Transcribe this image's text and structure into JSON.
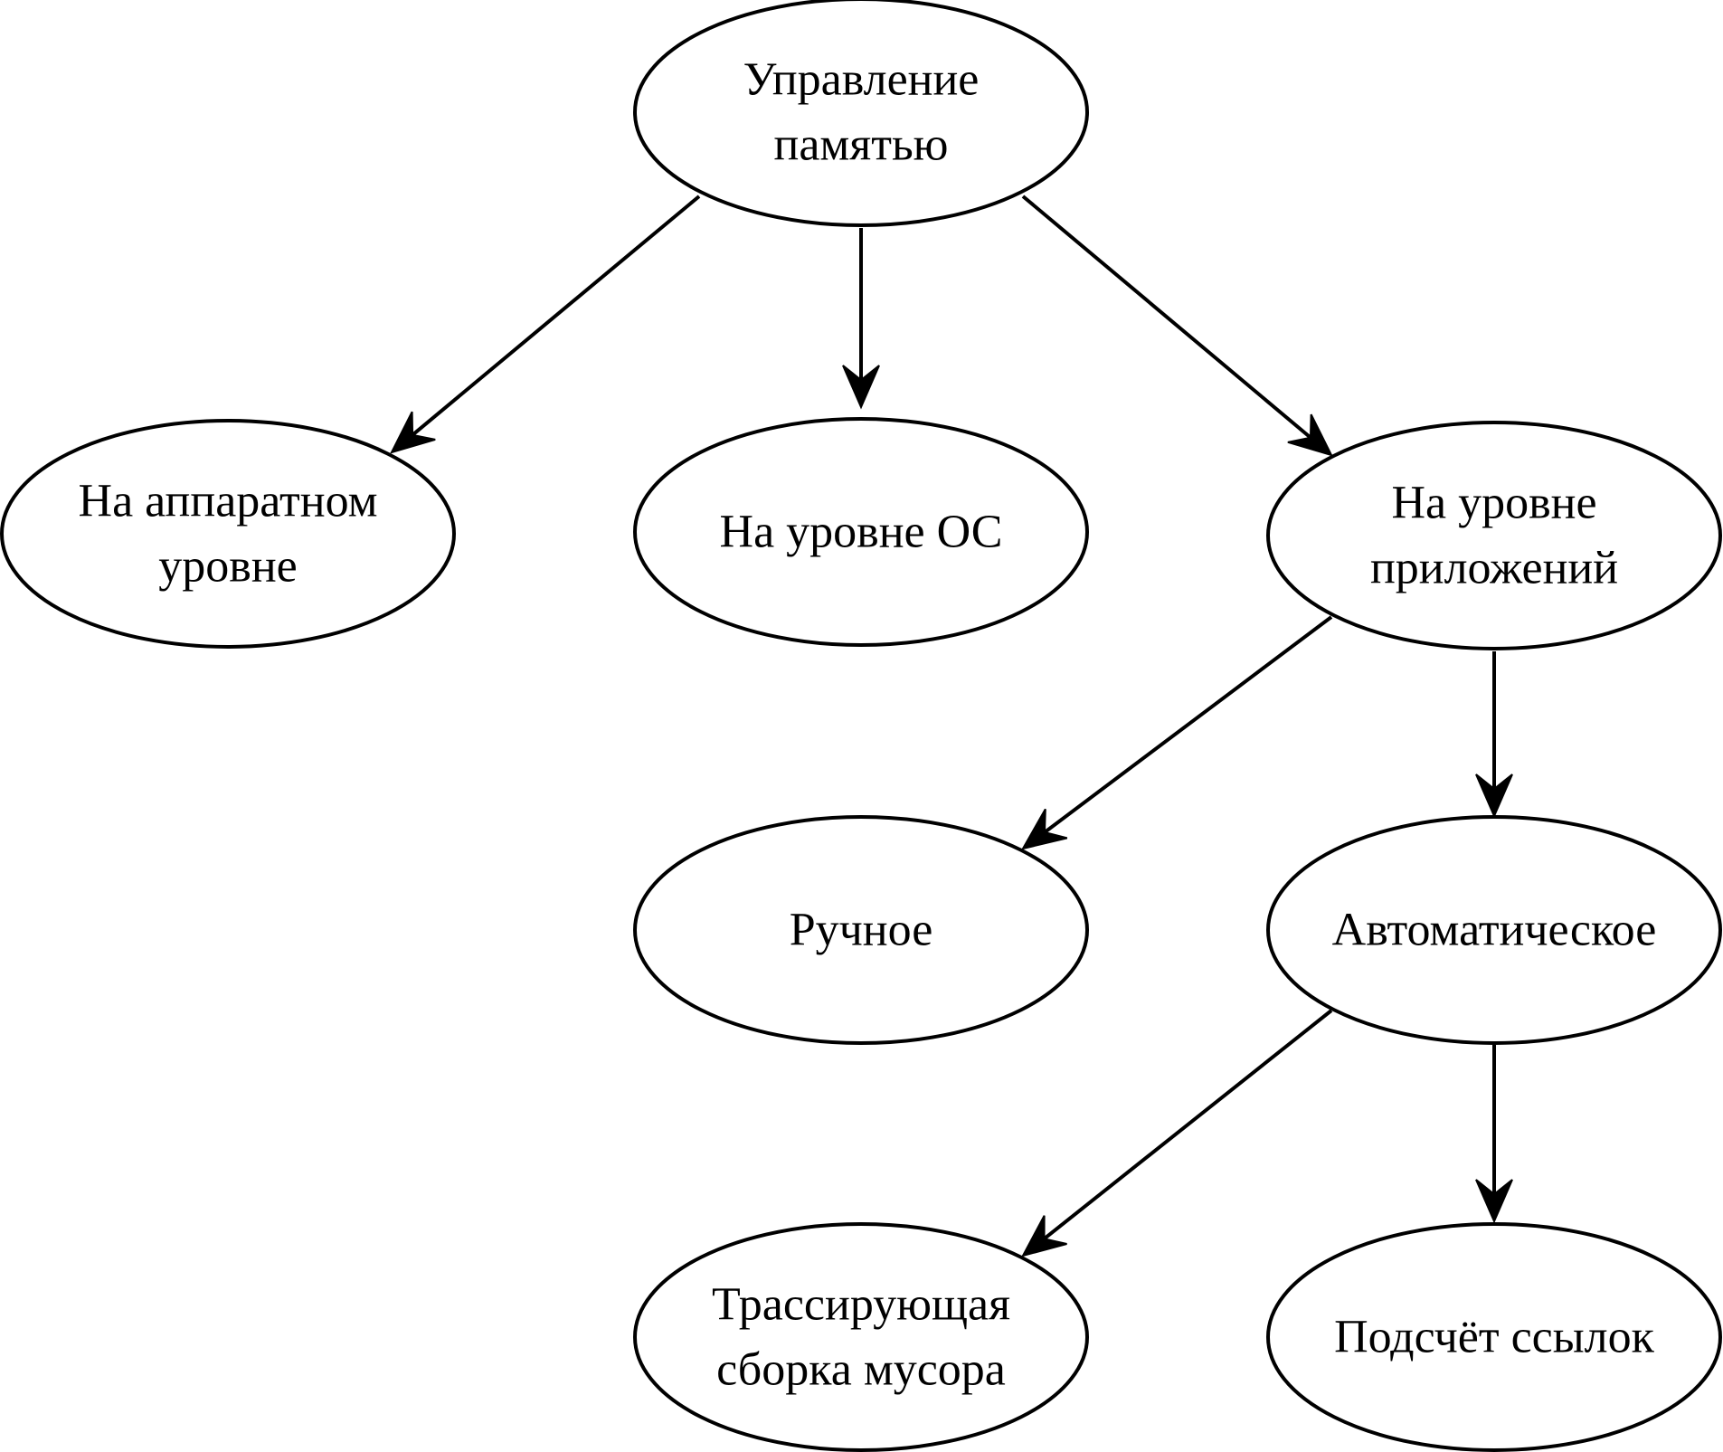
{
  "diagram": {
    "nodes": [
      {
        "id": "root",
        "lines": [
          "Управление",
          "памятью"
        ]
      },
      {
        "id": "hardware",
        "lines": [
          "На аппаратном",
          "уровне"
        ]
      },
      {
        "id": "os",
        "lines": [
          "На уровне ОС"
        ]
      },
      {
        "id": "apps",
        "lines": [
          "На уровне",
          "приложений"
        ]
      },
      {
        "id": "manual",
        "lines": [
          "Ручное"
        ]
      },
      {
        "id": "automatic",
        "lines": [
          "Автоматическое"
        ]
      },
      {
        "id": "tracing",
        "lines": [
          "Трассирующая",
          "сборка мусора"
        ]
      },
      {
        "id": "refcount",
        "lines": [
          "Подсчёт ссылок"
        ]
      }
    ],
    "edges": [
      {
        "from": "root",
        "to": "hardware"
      },
      {
        "from": "root",
        "to": "os"
      },
      {
        "from": "root",
        "to": "apps"
      },
      {
        "from": "apps",
        "to": "manual"
      },
      {
        "from": "apps",
        "to": "automatic"
      },
      {
        "from": "automatic",
        "to": "tracing"
      },
      {
        "from": "automatic",
        "to": "refcount"
      }
    ]
  }
}
